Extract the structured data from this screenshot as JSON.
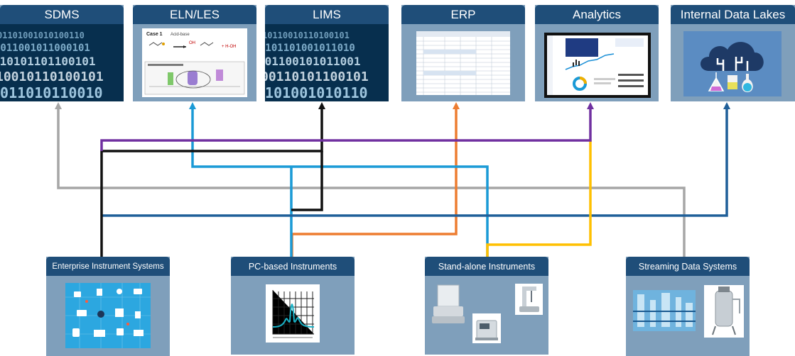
{
  "top_systems": [
    {
      "label": "SDMS"
    },
    {
      "label": "ELN/LES"
    },
    {
      "label": "LIMS"
    },
    {
      "label": "ERP"
    },
    {
      "label": "Analytics"
    },
    {
      "label": "Internal Data Lakes"
    }
  ],
  "bottom_sources": [
    {
      "label": "Enterprise Instrument Systems"
    },
    {
      "label": "PC-based  Instruments"
    },
    {
      "label": "Stand-alone Instruments"
    },
    {
      "label": "Streaming Data Systems"
    }
  ],
  "eln_thumbnail": {
    "case_label": "Case 1",
    "reaction_label": "Acid-base",
    "product_label": "+ H-OH"
  },
  "connector_colors": {
    "gray": "#a6a6a6",
    "blue": "#1a9ad6",
    "black": "#111111",
    "orange": "#ed7d31",
    "purple": "#7030a0",
    "gold": "#ffc000",
    "navy": "#1f5f99"
  }
}
